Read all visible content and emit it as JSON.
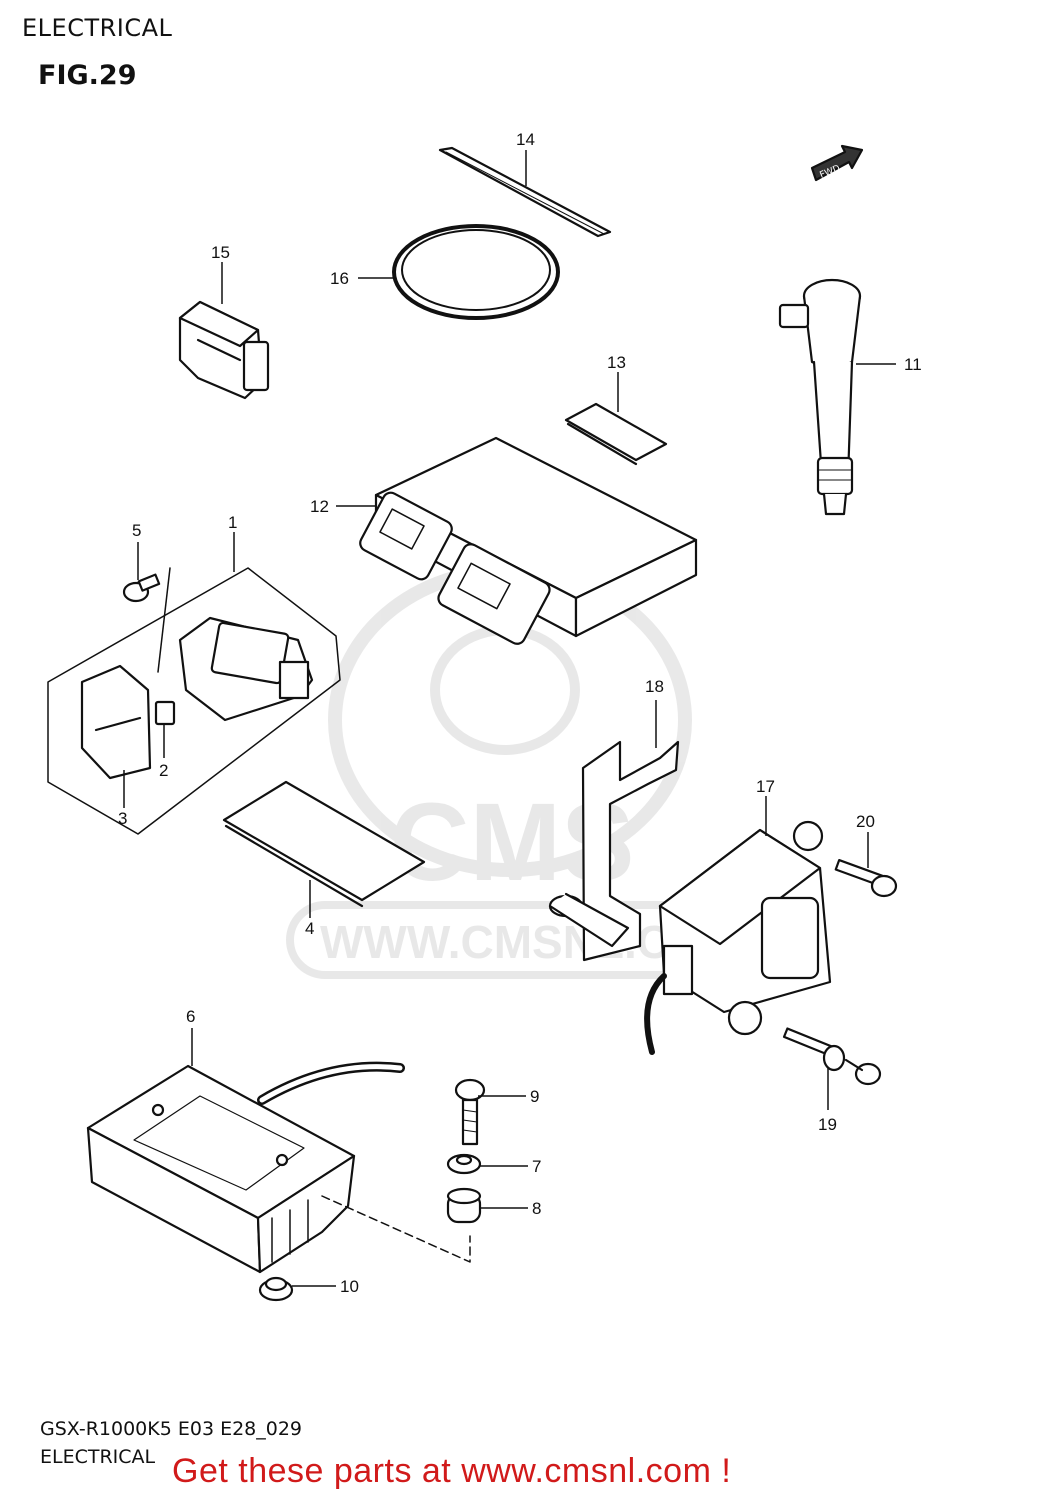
{
  "header": {
    "section": "ELECTRICAL",
    "figure": "FIG.29"
  },
  "footer": {
    "model_code": "GSX-R1000K5 E03 E28_029",
    "section": "ELECTRICAL",
    "promo": "Get these parts at www.cmsnl.com !"
  },
  "fwd_label": "FWD",
  "watermark": {
    "brand": "CMS",
    "url": "WWW.CMSNL.COM"
  },
  "callouts": [
    {
      "id": "1",
      "label": "1"
    },
    {
      "id": "2",
      "label": "2"
    },
    {
      "id": "3",
      "label": "3"
    },
    {
      "id": "4",
      "label": "4"
    },
    {
      "id": "5",
      "label": "5"
    },
    {
      "id": "6",
      "label": "6"
    },
    {
      "id": "7",
      "label": "7"
    },
    {
      "id": "8",
      "label": "8"
    },
    {
      "id": "9",
      "label": "9"
    },
    {
      "id": "10",
      "label": "10"
    },
    {
      "id": "11",
      "label": "11"
    },
    {
      "id": "12",
      "label": "12"
    },
    {
      "id": "13",
      "label": "13"
    },
    {
      "id": "14",
      "label": "14"
    },
    {
      "id": "15",
      "label": "15"
    },
    {
      "id": "16",
      "label": "16"
    },
    {
      "id": "17",
      "label": "17"
    },
    {
      "id": "18",
      "label": "18"
    },
    {
      "id": "19",
      "label": "19"
    },
    {
      "id": "20",
      "label": "20"
    }
  ]
}
